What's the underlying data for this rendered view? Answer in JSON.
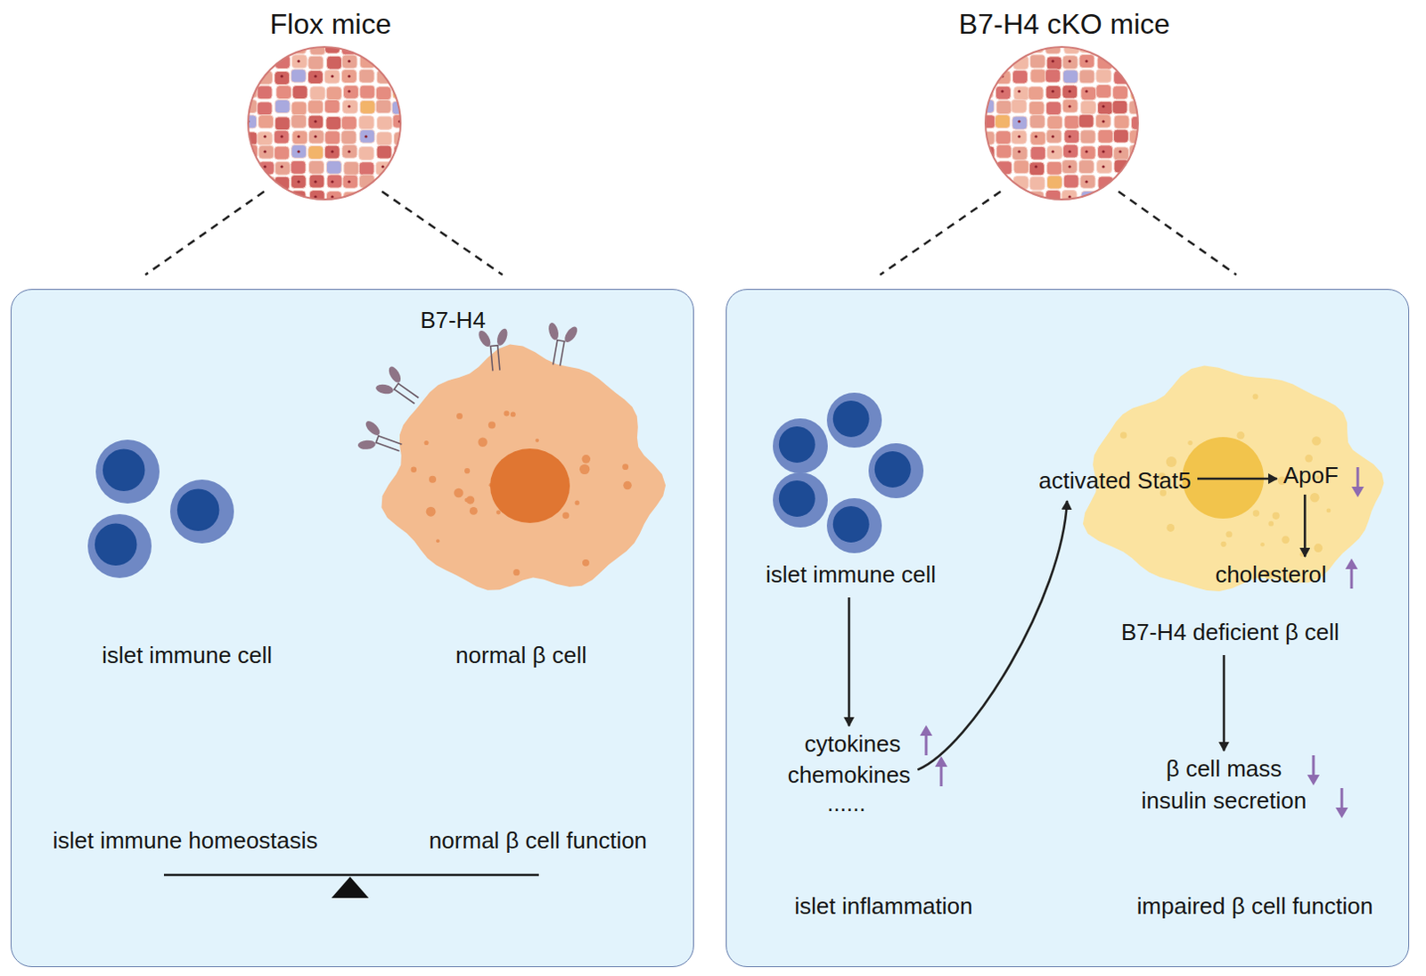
{
  "diagram": {
    "nodes": [
      {
        "text": [
          "Flox mice"
        ]
      },
      {
        "text": [
          "islet immune cell"
        ],
        "in": 0
      },
      {
        "text": [
          "B7-H4",
          "normal β cell"
        ],
        "in": 0
      },
      {
        "text": [
          "B7-H4 cKO mice"
        ]
      },
      {
        "text": [
          "islet immune cell"
        ],
        "in": 3
      },
      {
        "text": [
          "cytokines",
          "chemokines",
          "......"
        ],
        "in": 3
      },
      {
        "text": [
          "B7-H4 deficient β cell"
        ],
        "in": 3
      },
      {
        "text": [
          "activated Stat5"
        ],
        "in": 6
      },
      {
        "text": [
          "ApoF"
        ],
        "in": 6
      },
      {
        "text": [
          "cholesterol"
        ],
        "in": 6
      },
      {
        "text": [
          "β cell mass",
          "insulin secretion"
        ],
        "in": 3
      }
    ],
    "edges": [
      {
        "from": 4,
        "to": 5,
        "arrow": "to"
      },
      {
        "from": 5,
        "to": 7,
        "arrow": "to"
      },
      {
        "from": 7,
        "to": 8,
        "arrow": "to"
      },
      {
        "from": 8,
        "to": 9,
        "arrow": "to"
      },
      {
        "from": 6,
        "to": 10,
        "arrow": "to"
      }
    ],
    "labels": [
      "islet immune homeostasis",
      "normal β cell function",
      "islet inflammation",
      "impaired β cell function"
    ]
  }
}
